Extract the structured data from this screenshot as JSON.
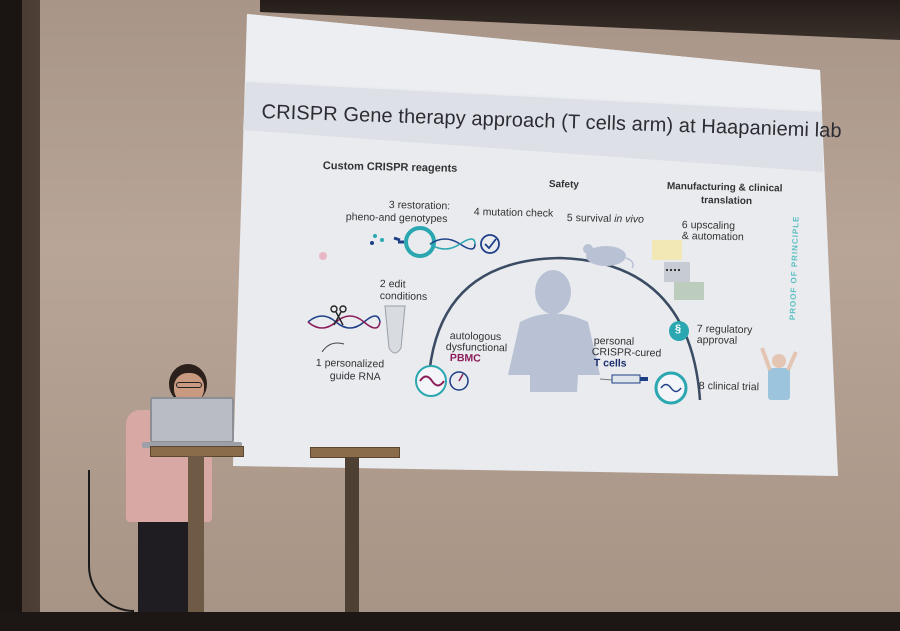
{
  "slide": {
    "title": "CRISPR Gene therapy approach (T cells arm) at Haapaniemi lab",
    "section_reagents": "Custom CRISPR reagents",
    "section_safety": "Safety",
    "section_manufacturing_1": "Manufacturing & clinical",
    "section_manufacturing_2": "translation",
    "step1_line1": "1 personalized",
    "step1_line2": "guide RNA",
    "step2_line1": "2 edit",
    "step2_line2": "conditions",
    "step3_line1": "3 restoration:",
    "step3_line2": "pheno-and genotypes",
    "step4": "4 mutation check",
    "step5_prefix": "5 survival ",
    "step5_italic": "in vivo",
    "step6_line1": "6 upscaling",
    "step6_line2": "& automation",
    "step7_line1": "7 regulatory",
    "step7_line2": "approval",
    "step8": "8 clinical trial",
    "autologous_line1": "autologous",
    "autologous_line2": "dysfunctional",
    "autologous_line3": "PBMC",
    "personal_line1": "personal",
    "personal_line2": "CRISPR-cured",
    "personal_line3": "T cells",
    "vertical_label": "PROOF OF PRINCIPLE",
    "section_symbol": "§"
  },
  "colors": {
    "slide_background": "#e8eaee",
    "title_band": "#dfe2e8",
    "teal_accent": "#2aa7b0",
    "dna_blue": "#1d3f86",
    "magenta": "#8b1d5a",
    "silhouette": "#b9c1d4"
  },
  "icons": [
    "dna-icon",
    "scissors-icon",
    "tube-icon",
    "checkmark-icon",
    "mouse-icon",
    "robot-icon",
    "paragraph-icon",
    "syringe-icon",
    "patient-icon",
    "child-silhouette-icon",
    "gauge-icon"
  ]
}
